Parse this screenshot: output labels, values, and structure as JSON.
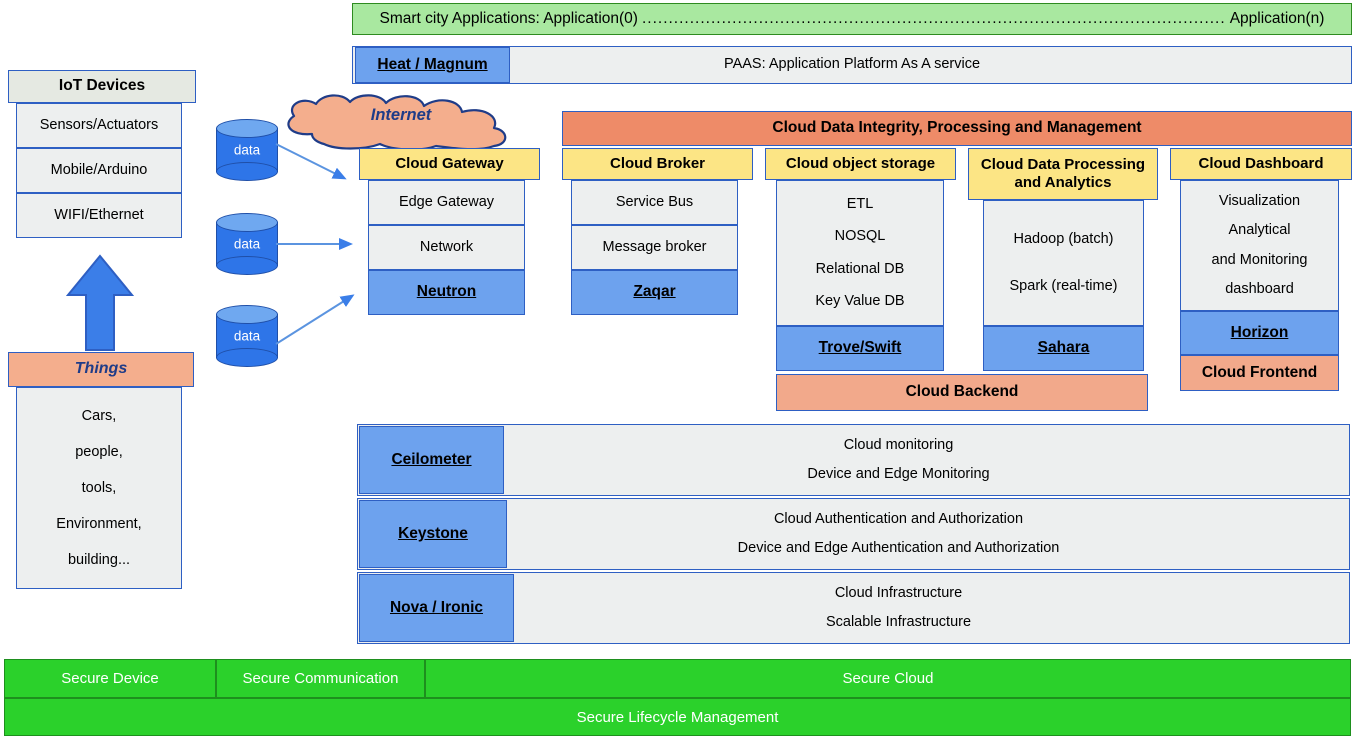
{
  "banner": {
    "prefix": "Smart city Applications: Application(0)",
    "dots": "..............................................................................................................",
    "suffix": "Application(n)"
  },
  "paas": {
    "service_tag": "Heat / Magnum",
    "label": "PAAS: Application Platform As A service"
  },
  "left": {
    "iot_header": "IoT Devices",
    "iot_items": [
      "Sensors/Actuators",
      "Mobile/Arduino",
      "WIFI/Ethernet"
    ],
    "things_header": "Things",
    "things_items": [
      "Cars,",
      "people,",
      "tools,",
      "Environment,",
      "building..."
    ]
  },
  "internet": {
    "label": "Internet"
  },
  "cylinders": [
    {
      "label": "data"
    },
    {
      "label": "data"
    },
    {
      "label": "data"
    }
  ],
  "integrity_bar": {
    "label": "Cloud Data Integrity, Processing and Management"
  },
  "backend_bar": {
    "label": "Cloud Backend"
  },
  "columns": [
    {
      "header": "Cloud Gateway",
      "items": [
        "Edge Gateway",
        "Network"
      ],
      "service_tag": "Neutron"
    },
    {
      "header": "Cloud Broker",
      "items": [
        "Service Bus",
        "Message broker"
      ],
      "service_tag": "Zaqar"
    },
    {
      "header": "Cloud object storage",
      "items": [
        "ETL",
        "NOSQL",
        "Relational DB",
        "Key Value DB"
      ],
      "service_tag": "Trove/Swift"
    },
    {
      "header": "Cloud Data Processing and Analytics",
      "items": [
        "Hadoop (batch)",
        "Spark (real-time)"
      ],
      "service_tag": "Sahara"
    },
    {
      "header": "Cloud Dashboard",
      "items": [
        "Visualization",
        "Analytical",
        "and Monitoring",
        "dashboard"
      ],
      "service_tag": "Horizon",
      "footer": "Cloud Frontend"
    }
  ],
  "layers": [
    {
      "service_tag": "Ceilometer",
      "lines": [
        "Cloud monitoring",
        "Device and Edge Monitoring"
      ]
    },
    {
      "service_tag": "Keystone",
      "lines": [
        "Cloud Authentication and Authorization",
        "Device and Edge Authentication and Authorization"
      ]
    },
    {
      "service_tag": "Nova / Ironic",
      "lines": [
        "Cloud Infrastructure",
        "Scalable Infrastructure"
      ]
    }
  ],
  "security": {
    "row1": [
      "Secure Device",
      "Secure Communication",
      "Secure Cloud"
    ],
    "row2": "Secure Lifecycle Management"
  },
  "colors": {
    "banner_green": "#A9E8A0",
    "security_green": "#2BD12B",
    "yellow": "#FCE585",
    "blue_service": "#6DA2EE",
    "salmon": "#EE8B68",
    "peach": "#F4AE8D",
    "grey": "#EDEFEF",
    "border_blue": "#2E5FC3"
  }
}
